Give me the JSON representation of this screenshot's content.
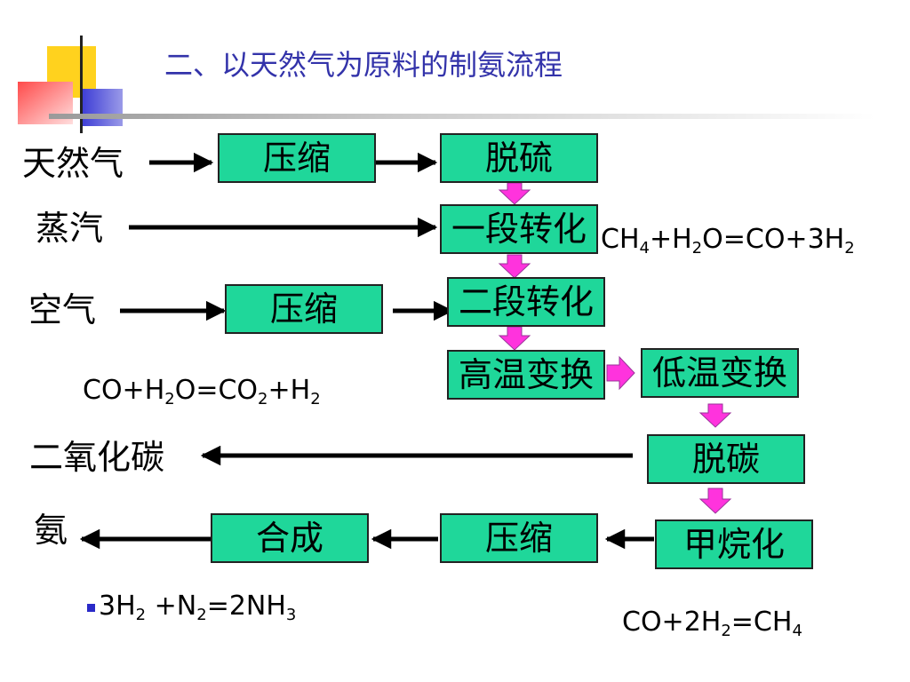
{
  "title": "二、以天然气为原料的制氨流程",
  "colors": {
    "box_fill": "#1fd79a",
    "pink_arrow": "#ff33dd",
    "title": "#3333aa",
    "bullet": "#2a2ac8"
  },
  "inputs": {
    "natural_gas": "天然气",
    "steam": "蒸汽",
    "air": "空气"
  },
  "outputs": {
    "co2": "二氧化碳",
    "ammonia": "氨"
  },
  "steps": {
    "compress1": "压缩",
    "desulfurize": "脱硫",
    "primary_reform": "一段转化",
    "compress2": "压缩",
    "secondary_reform": "二段转化",
    "ht_shift": "高温变换",
    "lt_shift": "低温变换",
    "decarbon": "脱碳",
    "methanation": "甲烷化",
    "compress3": "压缩",
    "synthesis": "合成"
  },
  "equations": {
    "reform": {
      "a": "CH",
      "a_sub": "4",
      "b": "+H",
      "b_sub": "2",
      "c": "O=CO+3H",
      "c_sub": "2"
    },
    "shift": {
      "a": "CO+H",
      "a_sub": "2",
      "b": "O=CO",
      "b_sub": "2",
      "c": "+H",
      "c_sub": "2"
    },
    "synthesis": {
      "a": "3H",
      "a_sub": "2",
      "b": " +N",
      "b_sub": "2",
      "c": "=2NH",
      "c_sub": "3"
    },
    "methanation": {
      "a": "CO+2H",
      "a_sub": "2",
      "b": "=CH",
      "b_sub": "4"
    }
  }
}
